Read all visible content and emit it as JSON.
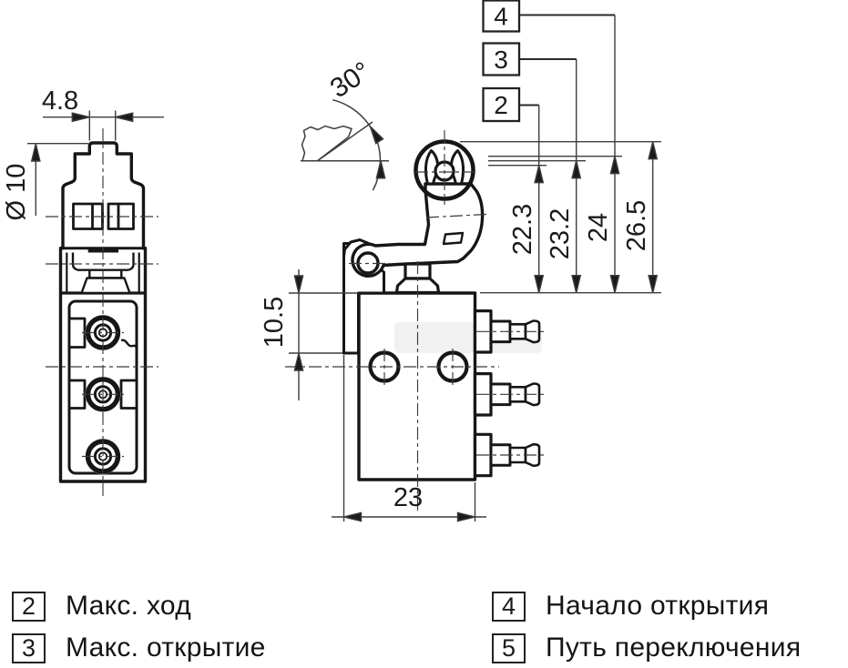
{
  "front_view": {
    "width_dim": "4.8",
    "diameter_dim": "Ø 10"
  },
  "side_view": {
    "angle_dim": "30°",
    "offset_dim": "10.5",
    "width_dim": "23",
    "travel_dim": "22.3",
    "max_opening_dim": "23.2",
    "opening_start_dim": "24",
    "total_dim": "26.5"
  },
  "callouts": {
    "box2": "2",
    "box3": "3",
    "box4": "4"
  },
  "legend": {
    "items": [
      {
        "num": "2",
        "label": "Макс. ход"
      },
      {
        "num": "3",
        "label": "Макс. открытие"
      },
      {
        "num": "4",
        "label": "Начало открытия"
      },
      {
        "num": "5",
        "label": "Путь переключения"
      }
    ]
  }
}
